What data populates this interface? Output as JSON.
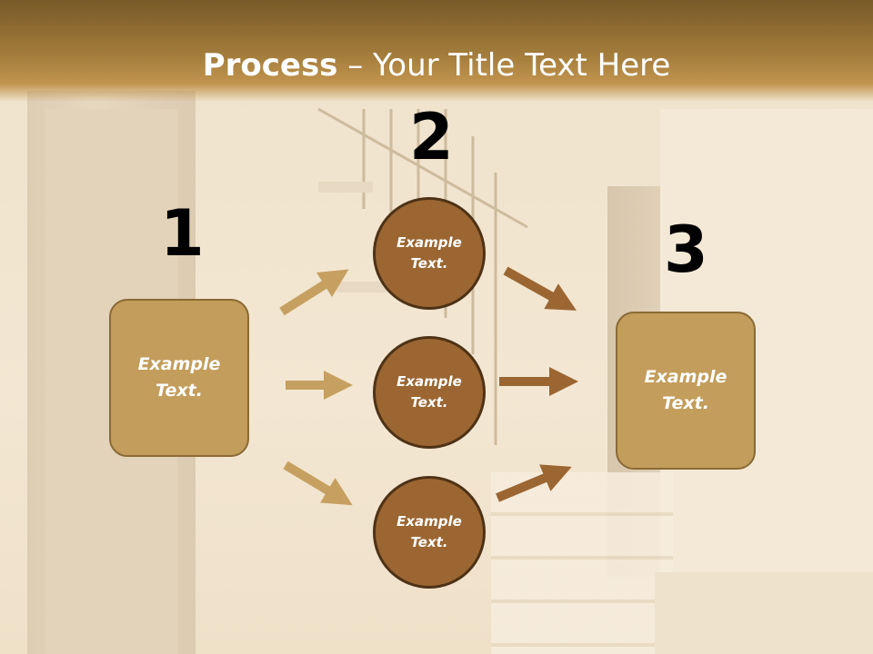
{
  "title": {
    "bold": "Process",
    "rest": " – Your Title Text Here"
  },
  "steps": {
    "one": {
      "number": "1",
      "text": "Example\nText."
    },
    "two": {
      "number": "2"
    },
    "three": {
      "number": "3",
      "text": "Example\nText."
    }
  },
  "circles": [
    {
      "text": "Example\nText."
    },
    {
      "text": "Example\nText."
    },
    {
      "text": "Example\nText."
    }
  ],
  "colors": {
    "title_band": "#a47d3c",
    "box_fill": "#c39d5b",
    "circle_fill": "#9b6632",
    "arrow_left": "#c6a060",
    "arrow_right": "#9b6632"
  }
}
